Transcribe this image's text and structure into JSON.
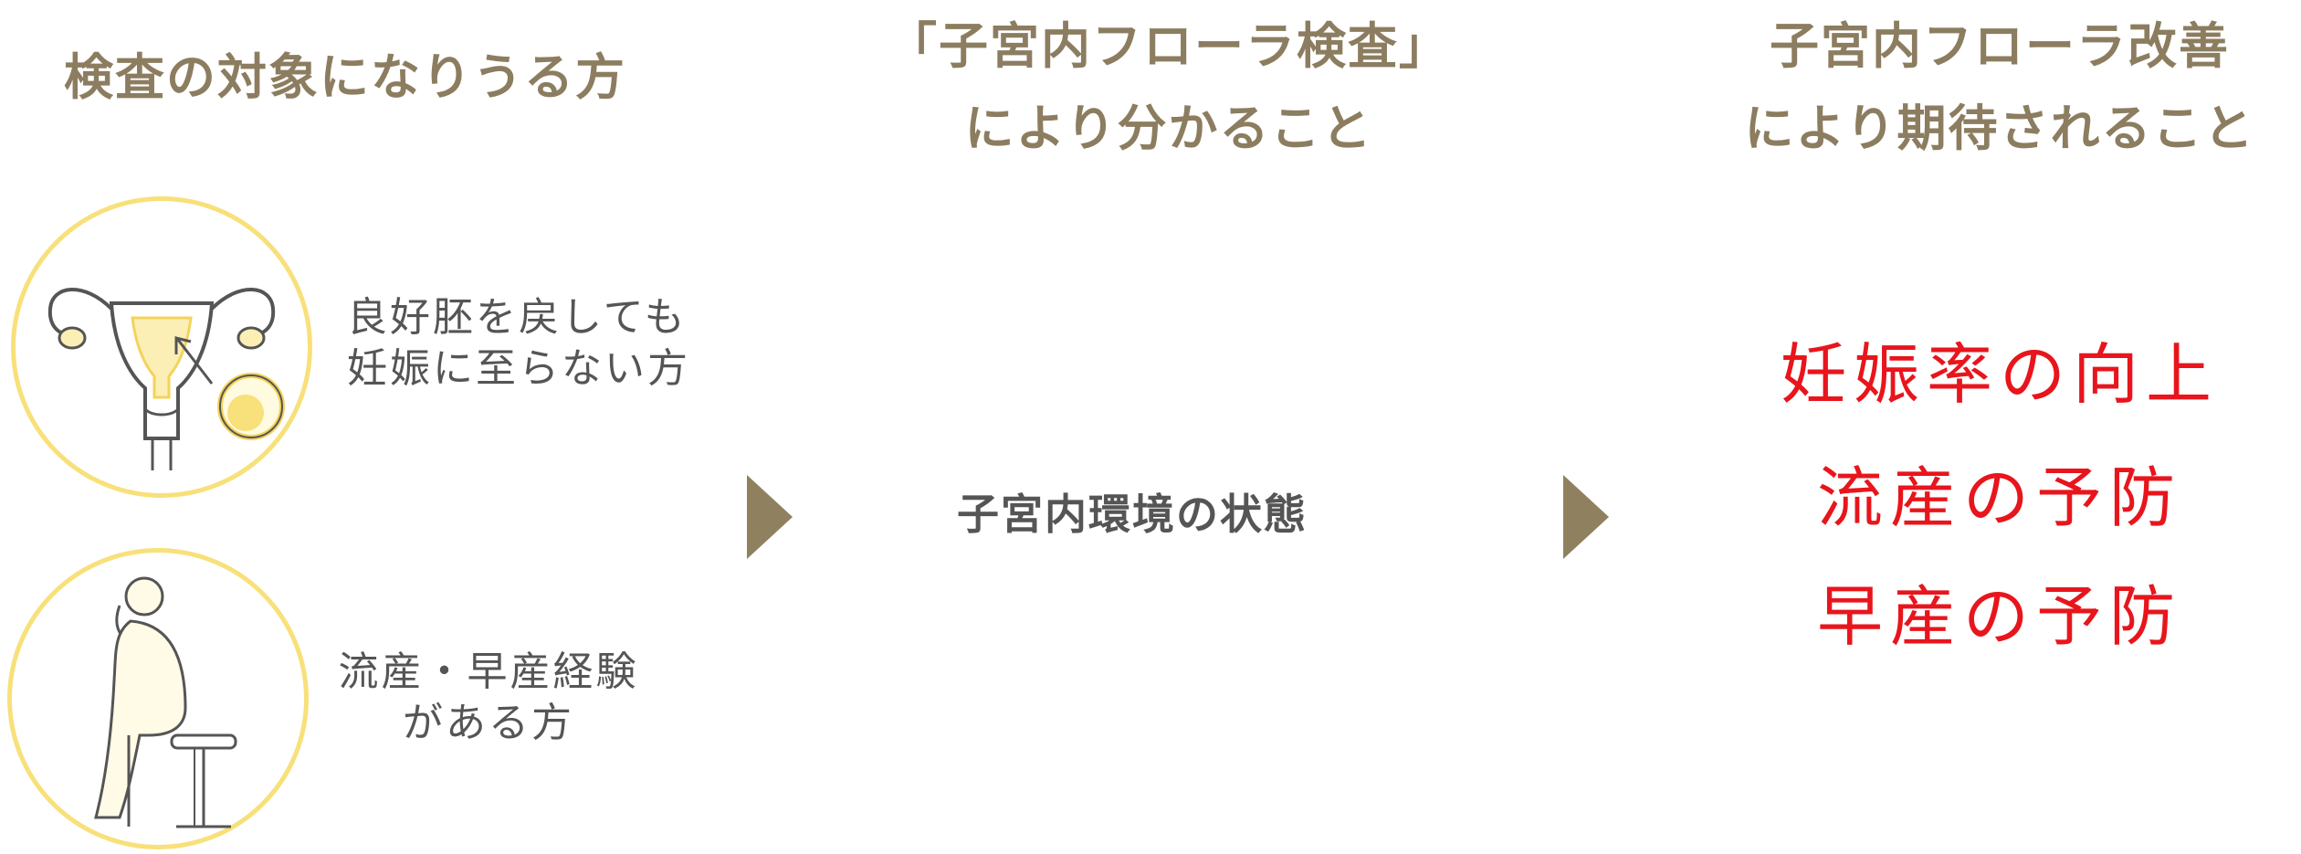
{
  "columns": {
    "target": {
      "title": "検査の対象になりうる方",
      "items": [
        {
          "icon": "uterus-icon",
          "line1": "良好胚を戻しても",
          "line2": "妊娠に至らない方"
        },
        {
          "icon": "seated-person-icon",
          "line1": "流産・早産経験",
          "line2": "がある方"
        }
      ]
    },
    "findings": {
      "title_line1": "「子宮内フローラ検査」",
      "title_line2": "により分かること",
      "value": "子宮内環境の状態"
    },
    "benefits": {
      "title_line1": "子宮内フローラ改善",
      "title_line2": "により期待されること",
      "items": [
        "妊娠率の向上",
        "流産の予防",
        "早産の予防"
      ]
    }
  },
  "colors": {
    "header": "#8c7d60",
    "body_text": "#555555",
    "accent_red": "#e8151c",
    "circle_border": "#f8e07a",
    "arrow": "#8f815f"
  },
  "icons": [
    "uterus-icon",
    "seated-person-icon",
    "arrow-right-icon"
  ]
}
